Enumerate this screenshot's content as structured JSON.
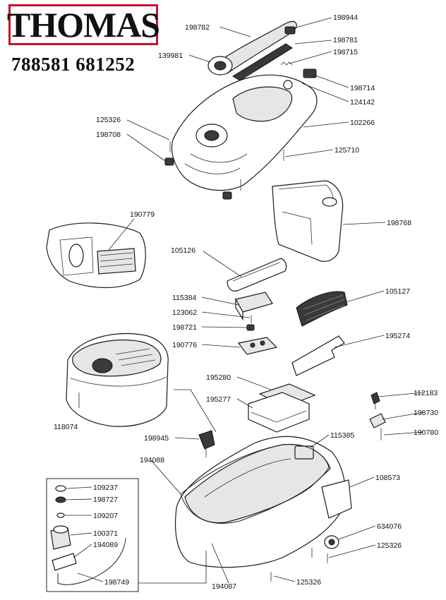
{
  "brand": {
    "name": "THOMAS",
    "model_numbers": "788581 681252"
  },
  "part_numbers": {
    "p198782": "198782",
    "p198944": "198944",
    "p198781": "198781",
    "p139981": "139981",
    "p198715": "198715",
    "p198714": "198714",
    "p124142": "124142",
    "p125326a": "125326",
    "p198708": "198708",
    "p102266": "102266",
    "p125710": "125710",
    "p198768": "198768",
    "p190779": "190779",
    "p105126": "105126",
    "p115384": "115384",
    "p105127": "105127",
    "p123062": "123062",
    "p198721": "198721",
    "p190776": "190776",
    "p195274": "195274",
    "p195280": "195280",
    "p195277": "195277",
    "p112183": "112183",
    "p198730": "198730",
    "p190780": "190780",
    "p118074": "118074",
    "p198945": "198945",
    "p115385": "115385",
    "p194088": "194088",
    "p108573": "108573",
    "p109237": "109237",
    "p198727": "198727",
    "p109207": "109207",
    "p100371": "100371",
    "p194089": "194089",
    "p634076": "634076",
    "p125326b": "125326",
    "p198749": "198749",
    "p194087": "194087",
    "p125326c": "125326"
  }
}
